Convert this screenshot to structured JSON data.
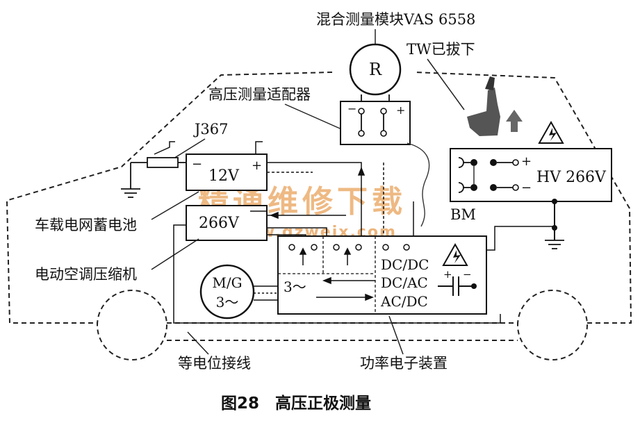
{
  "labels": {
    "hybrid_module": "混合测量模块VAS 6558",
    "r": "R",
    "tw_removed": "TW已拔下",
    "adapter": "高压测量适配器",
    "j367": "J367",
    "v12": "12V",
    "battery_label": "车载电网蓄电池",
    "v266": "266V",
    "compressor_label": "电动空调压缩机",
    "mg_line1": "M/G",
    "mg_line2": "3～",
    "tri_phase": "3～",
    "dcdc": "DC/DC",
    "dcac": "DC/AC",
    "acdc": "AC/DC",
    "hv": "HV 266V",
    "bm": "BM",
    "equipotential": "等电位接线",
    "power_electronics": "功率电子装置",
    "caption": "图28　高压正极测量"
  },
  "signs": {
    "plus": "+",
    "minus": "−"
  },
  "watermark": {
    "cn": "精通维修下载",
    "url": "www.gzweix.com",
    "color": "#e8a15a"
  }
}
